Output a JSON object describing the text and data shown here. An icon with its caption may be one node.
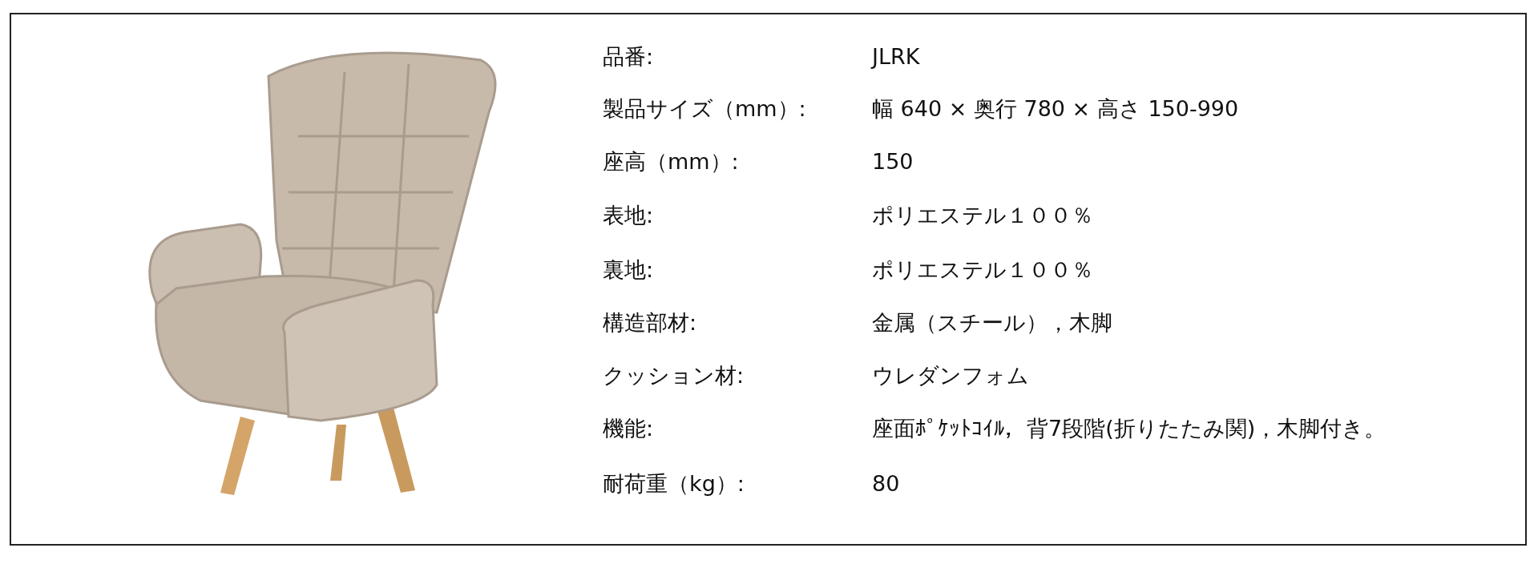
{
  "diagram": {
    "labels": [
      "品番:",
      "JLRK",
      "製品サイズ（mm）:",
      "幅 640 × 奥行 780 × 高さ 150-990",
      "座高（mm）:",
      "150",
      "表地:",
      "ポリエステル１００％",
      "裏地:",
      "ポリエステル１００％",
      "構造部材:",
      "金属（スチール），木脚",
      "クッション材:",
      "ウレダンフォム",
      "機能:",
      "座面ﾎﾟｹｯﾄｺｲﾙ，背7段階(折りたたみ関)，木脚付き。",
      "耐荷重（kg）:",
      "80"
    ]
  }
}
